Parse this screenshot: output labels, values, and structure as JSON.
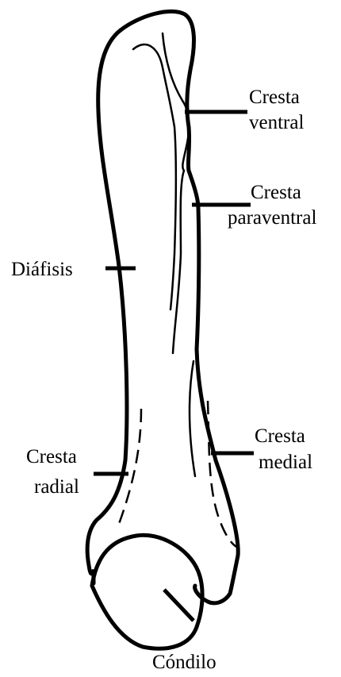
{
  "labels": {
    "cresta_ventral": [
      "Cresta",
      "ventral"
    ],
    "cresta_paraventral": [
      "Cresta",
      "paraventral"
    ],
    "diafisis": [
      "Diáfisis"
    ],
    "cresta_medial": [
      "Cresta",
      "medial"
    ],
    "cresta_radial": [
      "Cresta",
      "radial"
    ],
    "condilo": [
      "Cóndilo"
    ]
  },
  "colors": {
    "stroke": "#000000",
    "background": "#ffffff"
  }
}
